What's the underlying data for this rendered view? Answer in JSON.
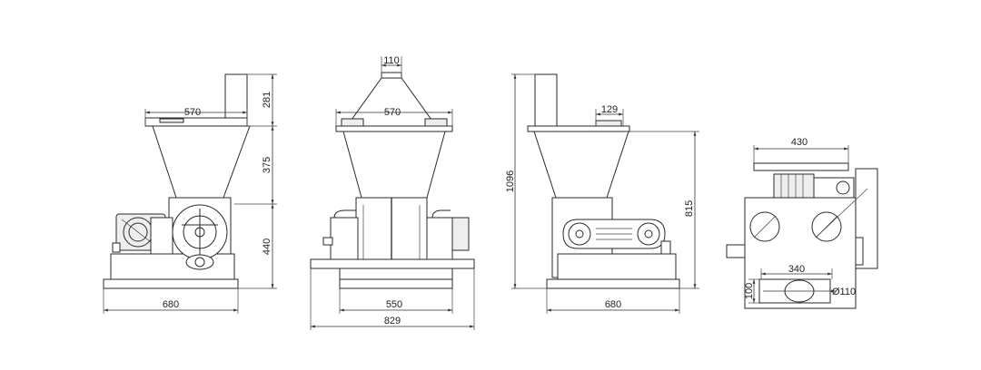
{
  "dimensions": {
    "front_top_width": "570",
    "front_stack_height": "281",
    "front_hopper_height": "375",
    "front_base_height": "440",
    "front_base_width": "680",
    "side_outlet_width": "110",
    "side_top_width": "570",
    "side_base_width": "550",
    "side_overall_width": "829",
    "right_total_height": "1096",
    "right_port_width": "129",
    "right_upper_height": "815",
    "right_base_width": "680",
    "plan_width": "430",
    "plan_outlet_width": "340",
    "plan_outlet_depth": "100",
    "plan_outlet_diameter": "Ø110"
  },
  "colors": {
    "line": "#2a2a2a",
    "background": "#ffffff"
  }
}
